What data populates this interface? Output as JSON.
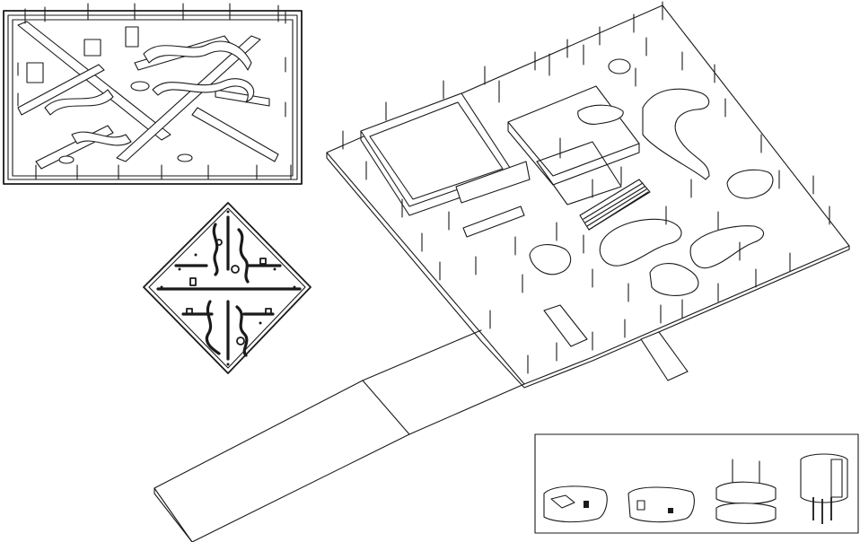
{
  "drawing": {
    "colors": {
      "ink": "#1a1a1a",
      "paper": "#ffffff"
    },
    "views": [
      {
        "id": "axonometric-view",
        "kind": "isometric site model"
      },
      {
        "id": "perspective-inset",
        "kind": "bird's-eye inset"
      },
      {
        "id": "plan-inset",
        "kind": "diamond floor plan"
      },
      {
        "id": "elements-inset",
        "kind": "component details"
      }
    ],
    "component_count": 4,
    "labels": []
  }
}
